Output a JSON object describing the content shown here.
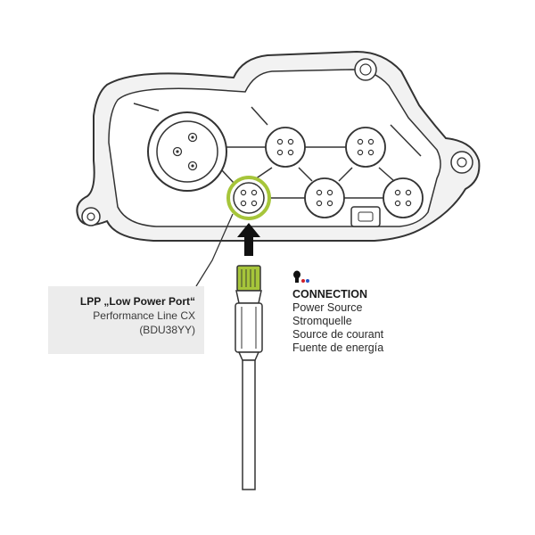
{
  "callout": {
    "title": "LPP „Low Power Port“",
    "line1": "Performance Line CX",
    "line2": "(BDU38YY)"
  },
  "legend": {
    "heading": "CONNECTION",
    "lines": [
      "Power Source",
      "Stromquelle",
      "Source de courant",
      "Fuente de energía"
    ],
    "dot_colors": [
      "#d0202a",
      "#2a56c6"
    ]
  },
  "colors": {
    "highlight": "#a6c53a",
    "outline": "#333333",
    "housing": "#f2f2f2"
  }
}
